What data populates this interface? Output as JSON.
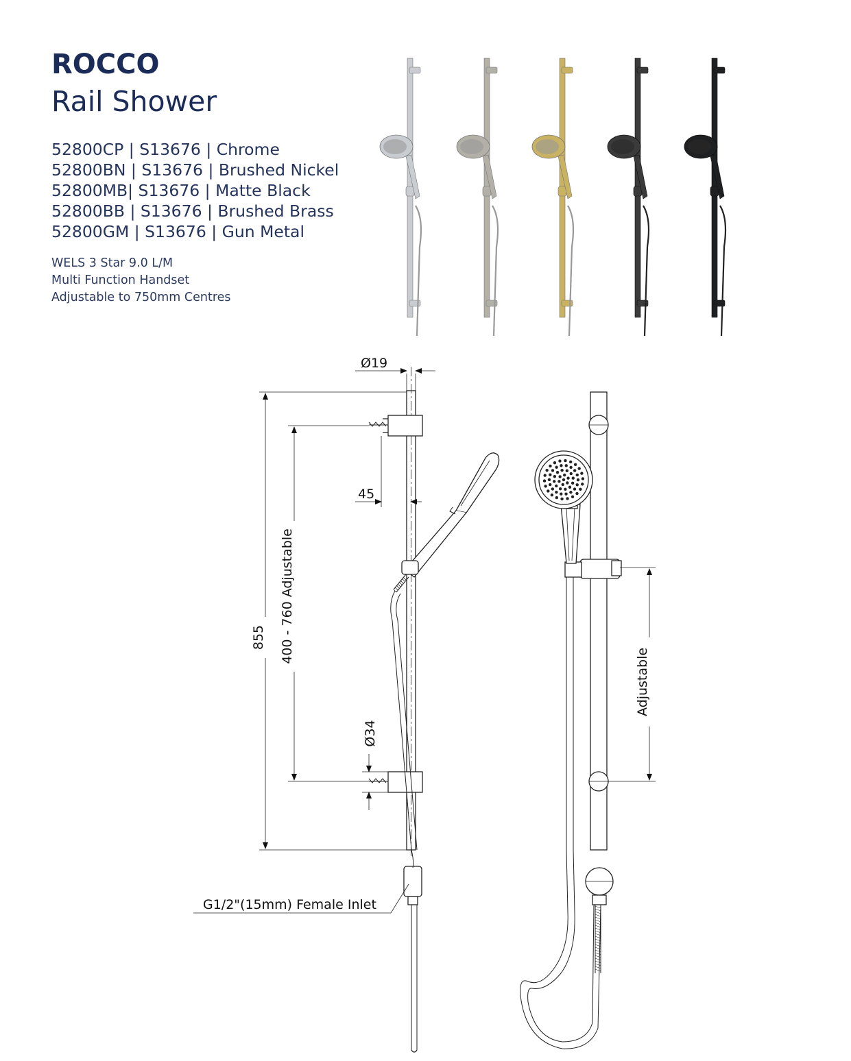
{
  "product": {
    "brand": "ROCCO",
    "name": "Rail Shower"
  },
  "variants": [
    "52800CP | S13676 | Chrome",
    "52800BN | S13676 | Brushed Nickel",
    "52800MB| S13676 | Matte Black",
    "52800BB | S13676 | Brushed Brass",
    "52800GM | S13676 | Gun Metal"
  ],
  "specs": [
    "WELS 3 Star 9.0 L/M",
    "Multi Function Handset",
    "Adjustable to 750mm Centres"
  ],
  "finish_colors": [
    "#c9ccd0",
    "#b3b0a8",
    "#c9b261",
    "#3b3b3b",
    "#1f2022"
  ],
  "finish_names": [
    "Chrome",
    "Brushed Nickel",
    "Brushed Brass",
    "Matte Black",
    "Gun Metal"
  ],
  "drawing": {
    "dim_rail_diameter": "Ø19",
    "dim_offset": "45",
    "dim_total_height": "855",
    "dim_bracket_range": "400 - 760 Adjustable",
    "dim_bracket_diameter": "Ø34",
    "dim_slider": "Adjustable",
    "inlet_label": "G1/2\"(15mm) Female Inlet"
  }
}
